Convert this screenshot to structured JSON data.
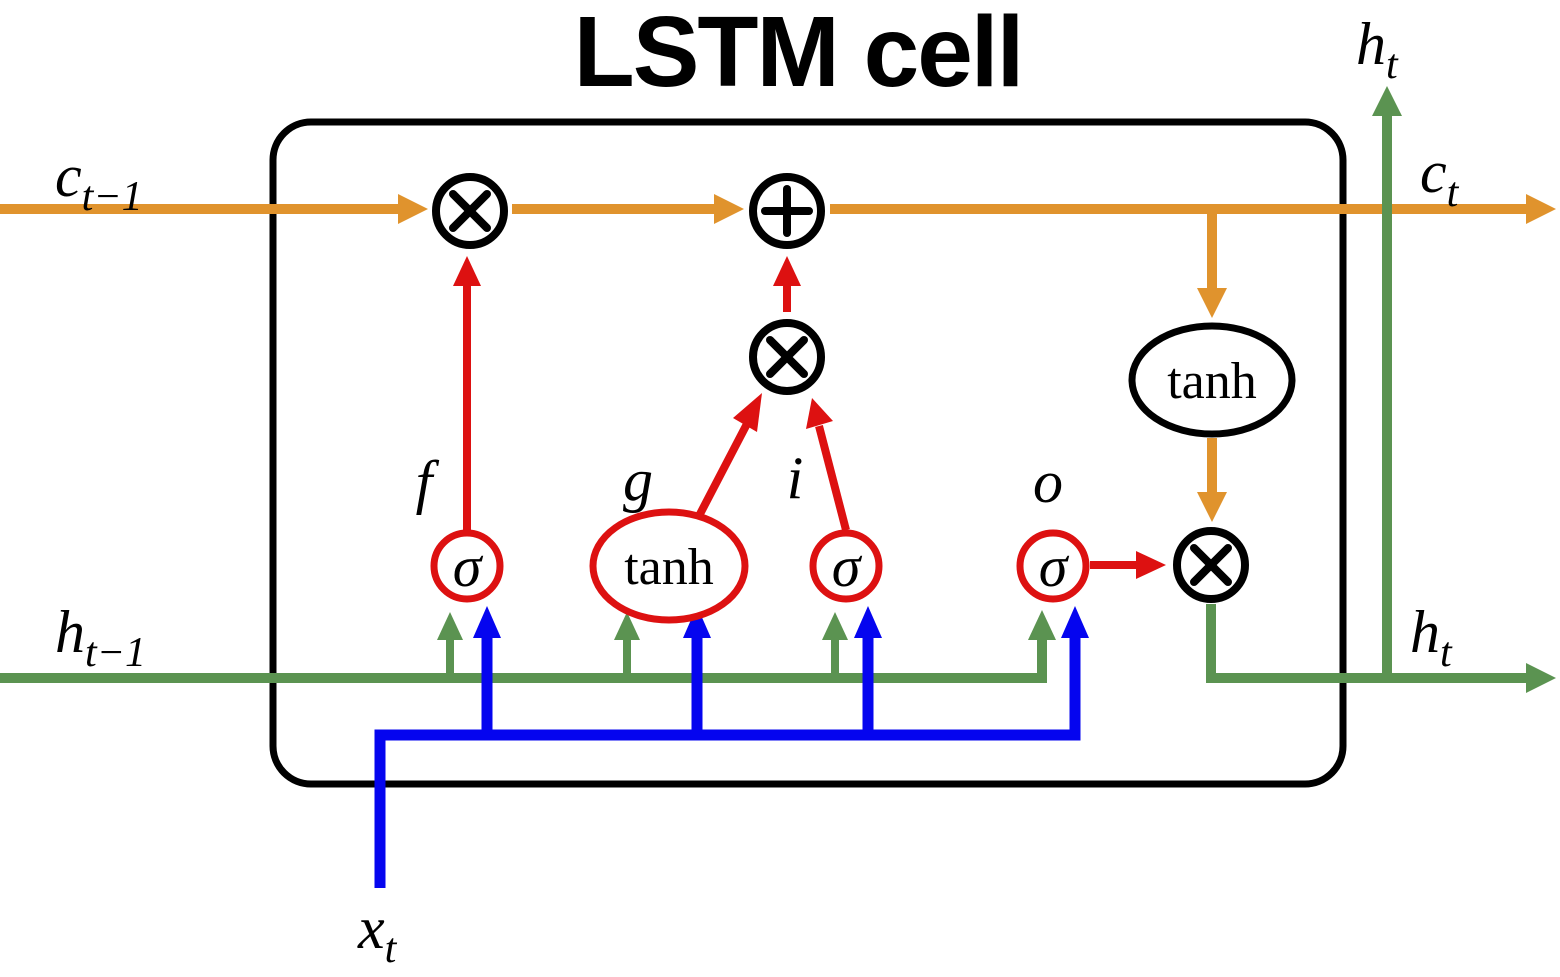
{
  "title": "LSTM cell",
  "colors": {
    "cell_state_orange": "#E0932D",
    "hidden_state_green": "#5B9351",
    "input_blue": "#0505EF",
    "gate_red": "#DD1111",
    "outline_black": "#000000",
    "background": "#FFFFFF"
  },
  "io": {
    "cell_in": {
      "base": "c",
      "sub": "t−1"
    },
    "cell_out": {
      "base": "c",
      "sub": "t"
    },
    "hidden_in": {
      "base": "h",
      "sub": "t−1"
    },
    "hidden_out_top": {
      "base": "h",
      "sub": "t"
    },
    "hidden_out_right": {
      "base": "h",
      "sub": "t"
    },
    "input": {
      "base": "x",
      "sub": "t"
    }
  },
  "gates": {
    "forget": {
      "label": "f",
      "symbol": "σ"
    },
    "candidate": {
      "label": "g",
      "symbol": "tanh"
    },
    "input": {
      "label": "i",
      "symbol": "σ"
    },
    "output": {
      "label": "o",
      "symbol": "σ"
    }
  },
  "operations": {
    "cell_tanh": "tanh",
    "multiply_icon": "×",
    "add_icon": "+"
  }
}
